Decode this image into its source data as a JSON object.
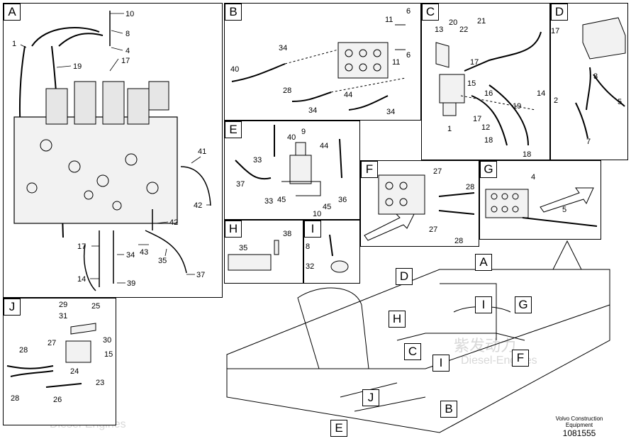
{
  "panels": {
    "A": {
      "label": "A",
      "callouts": [
        "1",
        "19",
        "10",
        "8",
        "4",
        "17",
        "41",
        "42",
        "17",
        "34",
        "43",
        "35",
        "37",
        "42",
        "14",
        "39"
      ]
    },
    "B": {
      "label": "B",
      "callouts": [
        "6",
        "11",
        "6",
        "11",
        "34",
        "40",
        "28",
        "34",
        "44",
        "34"
      ]
    },
    "C": {
      "label": "C",
      "callouts": [
        "20",
        "21",
        "13",
        "22",
        "17",
        "16",
        "15",
        "14",
        "19",
        "17",
        "12",
        "18",
        "18",
        "1"
      ]
    },
    "D": {
      "label": "D",
      "callouts": [
        "17",
        "3",
        "2",
        "5",
        "7"
      ]
    },
    "E": {
      "label": "E",
      "callouts": [
        "9",
        "40",
        "44",
        "33",
        "37",
        "45",
        "45",
        "36",
        "33",
        "10"
      ]
    },
    "F": {
      "label": "F",
      "callouts": [
        "27",
        "28",
        "27",
        "28"
      ]
    },
    "G": {
      "label": "G",
      "callouts": [
        "4",
        "5"
      ]
    },
    "H": {
      "label": "H",
      "callouts": [
        "38",
        "35"
      ]
    },
    "I": {
      "label": "I",
      "callouts": [
        "8",
        "32"
      ]
    },
    "J": {
      "label": "J",
      "callouts": [
        "29",
        "25",
        "31",
        "30",
        "27",
        "15",
        "28",
        "24",
        "23",
        "28",
        "26"
      ]
    }
  },
  "overview_tags": [
    "A",
    "D",
    "H",
    "I",
    "G",
    "C",
    "I",
    "F",
    "J",
    "B",
    "E"
  ],
  "footer": {
    "line1": "Volvo Construction",
    "line2": "Equipment",
    "part_number": "1081555"
  },
  "watermark": {
    "cn": "紫发动力",
    "en": "Diesel-Engines"
  }
}
